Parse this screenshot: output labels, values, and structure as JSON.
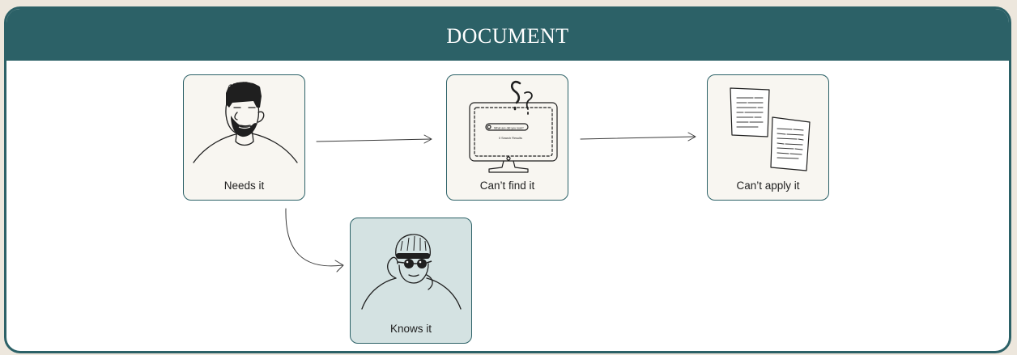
{
  "header": {
    "title": "DOCUMENT"
  },
  "colors": {
    "accent": "#2c6167",
    "card": "#f8f6f1",
    "card_highlight": "#d4e2e2",
    "background": "#ede7dd"
  },
  "nodes": [
    {
      "id": "needs",
      "label": "Needs it",
      "icon": "bearded-man-icon"
    },
    {
      "id": "cant_find",
      "label": "Can’t find it",
      "icon": "monitor-search-icon",
      "screen": {
        "search_placeholder": "What are did you look?",
        "results": "0 Search Results"
      }
    },
    {
      "id": "cant_apply",
      "label": "Can’t apply it",
      "icon": "documents-icon"
    },
    {
      "id": "knows",
      "label": "Knows it",
      "icon": "beanie-man-icon"
    }
  ],
  "edges": [
    {
      "from": "needs",
      "to": "cant_find"
    },
    {
      "from": "cant_find",
      "to": "cant_apply"
    },
    {
      "from": "needs",
      "to": "knows"
    }
  ]
}
